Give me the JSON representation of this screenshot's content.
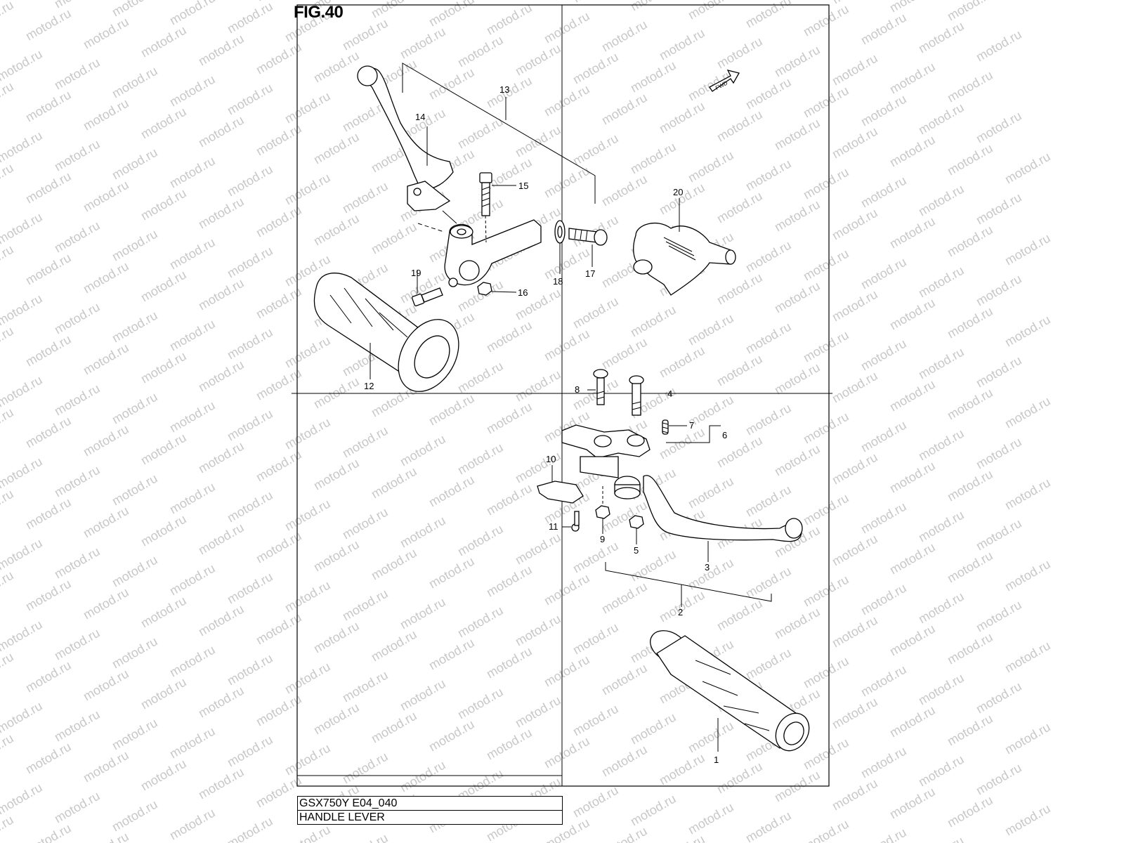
{
  "figure": {
    "title": "FIG.40"
  },
  "footer": {
    "model_code": "GSX750Y E04_040",
    "group_name": "HANDLE LEVER"
  },
  "watermark": {
    "text": "motod.ru",
    "color": "#c8c8c8"
  },
  "direction_marker": {
    "text": "FWD"
  },
  "parts": [
    {
      "id": "p1",
      "number": "1"
    },
    {
      "id": "p2",
      "number": "2"
    },
    {
      "id": "p3",
      "number": "3"
    },
    {
      "id": "p4",
      "number": "4"
    },
    {
      "id": "p5",
      "number": "5"
    },
    {
      "id": "p6",
      "number": "6"
    },
    {
      "id": "p7",
      "number": "7"
    },
    {
      "id": "p8",
      "number": "8"
    },
    {
      "id": "p9",
      "number": "9"
    },
    {
      "id": "p10",
      "number": "10"
    },
    {
      "id": "p11",
      "number": "11"
    },
    {
      "id": "p12",
      "number": "12"
    },
    {
      "id": "p13",
      "number": "13"
    },
    {
      "id": "p14",
      "number": "14"
    },
    {
      "id": "p15",
      "number": "15"
    },
    {
      "id": "p16",
      "number": "16"
    },
    {
      "id": "p17",
      "number": "17"
    },
    {
      "id": "p18",
      "number": "18"
    },
    {
      "id": "p19",
      "number": "19"
    },
    {
      "id": "p20",
      "number": "20"
    }
  ]
}
